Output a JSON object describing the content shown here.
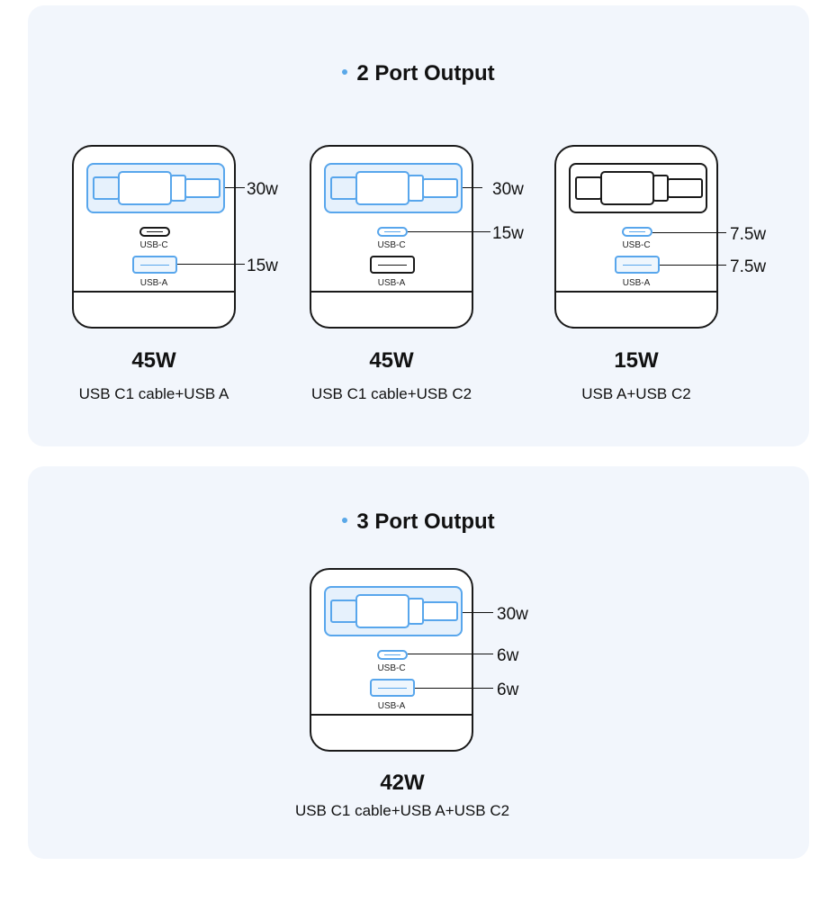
{
  "colors": {
    "accent": "#58a6ec",
    "panel_bg": "#f2f6fc",
    "outline": "#1a1a1a"
  },
  "sections": [
    {
      "title": "2 Port Output",
      "chargers": [
        {
          "cable_label": "30w",
          "usbc_label": "USB-C",
          "usbc_watt": "",
          "usba_label": "USB-A",
          "usba_watt": "15w",
          "total": "45W",
          "combo": "USB C1 cable+USB A"
        },
        {
          "cable_label": "30w",
          "usbc_label": "USB-C",
          "usbc_watt": "15w",
          "usba_label": "USB-A",
          "usba_watt": "",
          "total": "45W",
          "combo": "USB C1 cable+USB C2"
        },
        {
          "cable_label": "",
          "usbc_label": "USB-C",
          "usbc_watt": "7.5w",
          "usba_label": "USB-A",
          "usba_watt": "7.5w",
          "total": "15W",
          "combo": "USB A+USB C2"
        }
      ]
    },
    {
      "title": "3 Port Output",
      "chargers": [
        {
          "cable_label": "30w",
          "usbc_label": "USB-C",
          "usbc_watt": "6w",
          "usba_label": "USB-A",
          "usba_watt": "6w",
          "total": "42W",
          "combo": "USB C1 cable+USB A+USB C2"
        }
      ]
    }
  ]
}
